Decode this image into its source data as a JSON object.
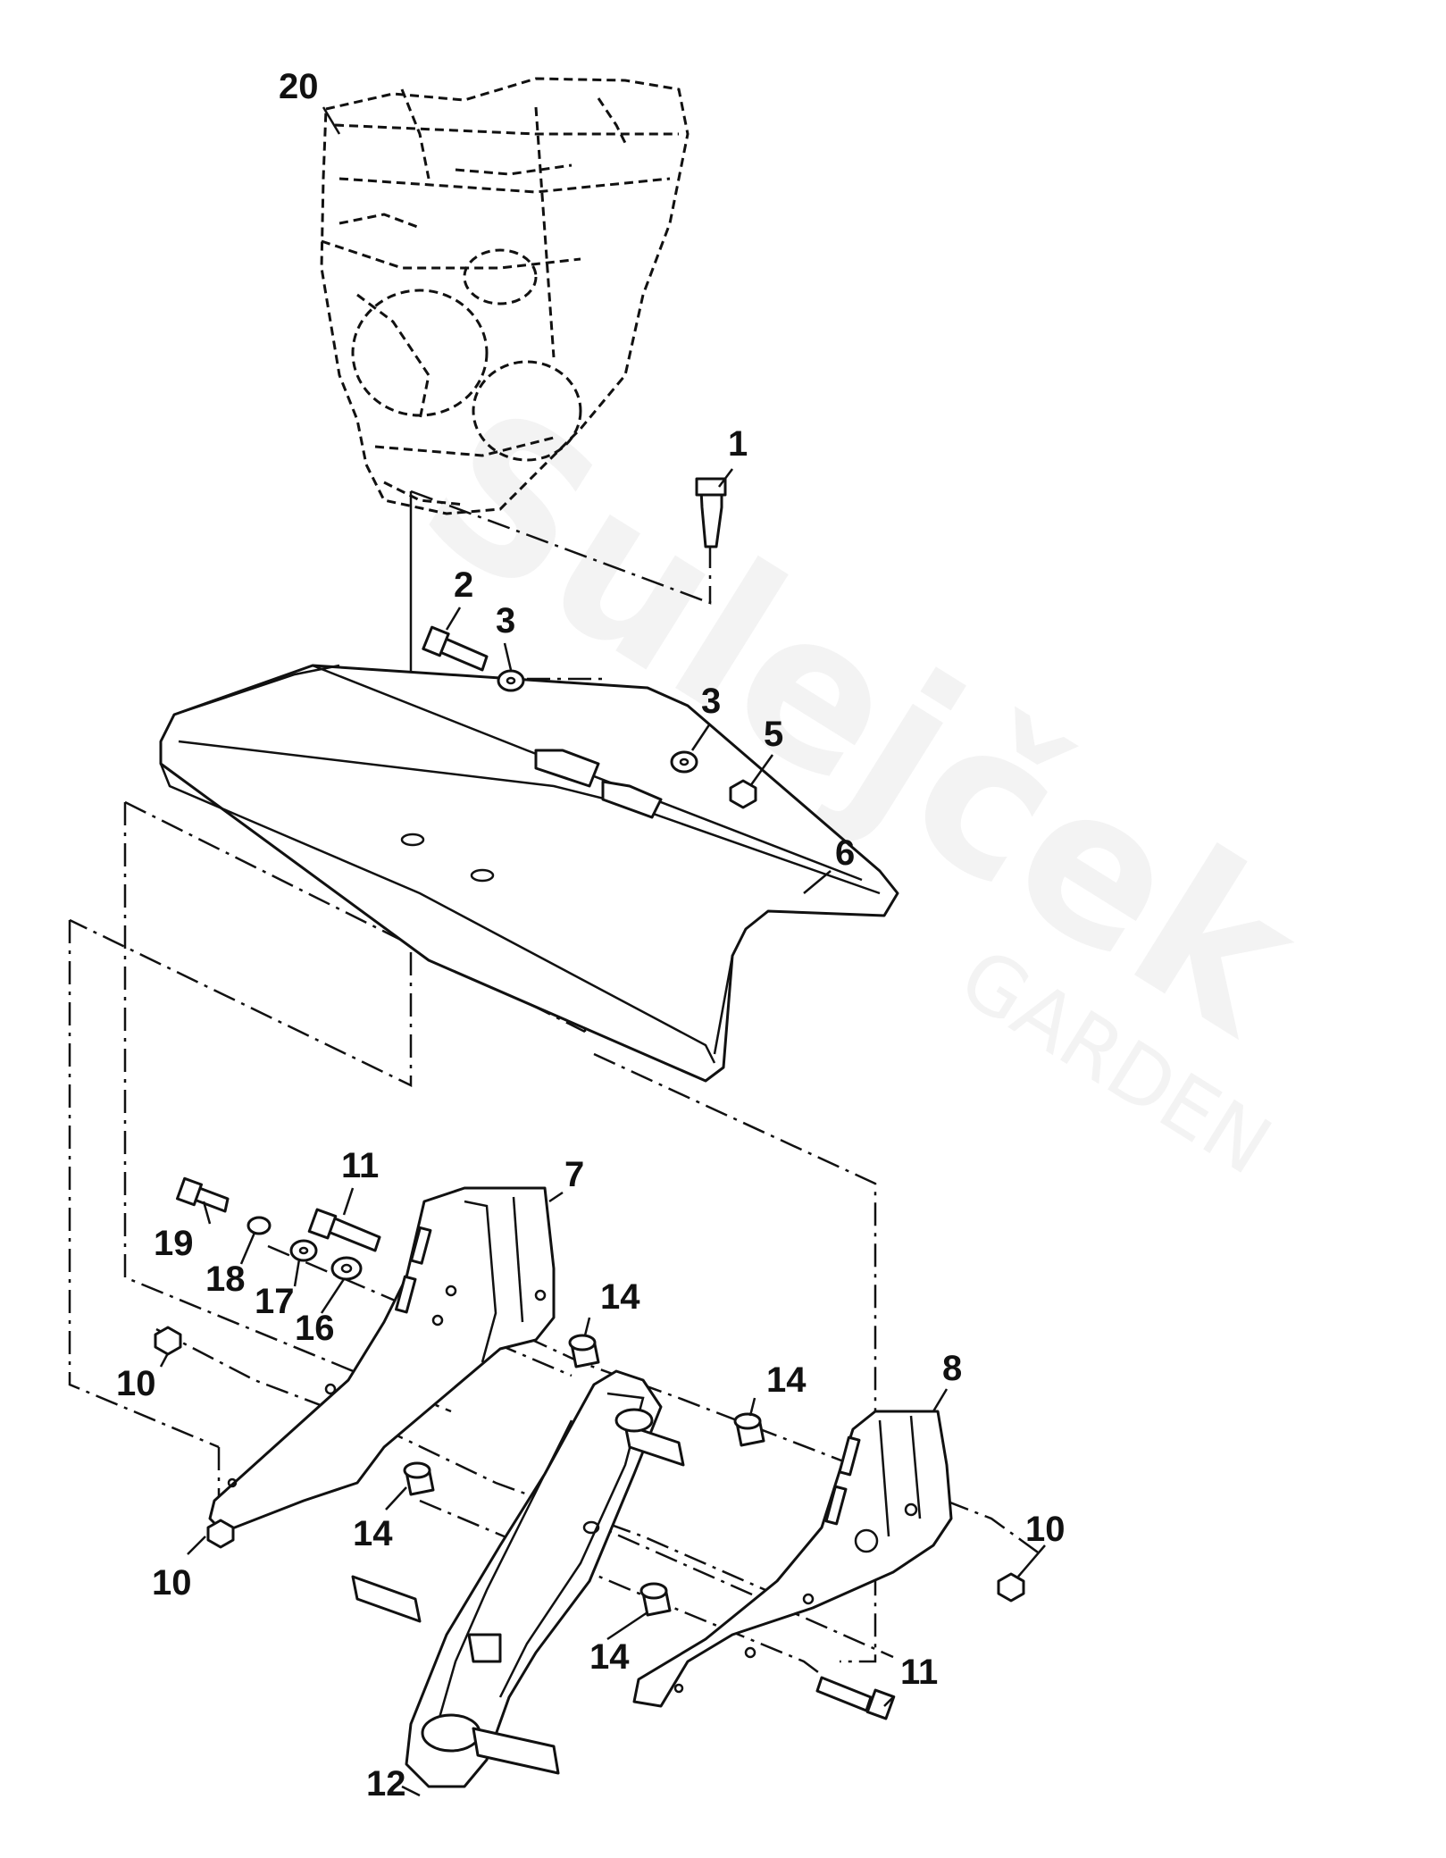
{
  "watermark": {
    "brand": "Sulejček",
    "sub": "GARDEN"
  },
  "callouts": {
    "c1": "1",
    "c2": "2",
    "c3a": "3",
    "c3b": "3",
    "c5": "5",
    "c6": "6",
    "c7": "7",
    "c8": "8",
    "c10a": "10",
    "c10b": "10",
    "c10c": "10",
    "c11a": "11",
    "c11b": "11",
    "c12": "12",
    "c14a": "14",
    "c14b": "14",
    "c14c": "14",
    "c14d": "14",
    "c16": "16",
    "c17": "17",
    "c18": "18",
    "c19": "19",
    "c20": "20"
  },
  "parts": [
    {
      "ref": "1",
      "icon": "bolt"
    },
    {
      "ref": "2",
      "icon": "bolt"
    },
    {
      "ref": "3",
      "icon": "washer"
    },
    {
      "ref": "5",
      "icon": "nut"
    },
    {
      "ref": "6",
      "icon": "tine-shield"
    },
    {
      "ref": "7",
      "icon": "left-bracket"
    },
    {
      "ref": "8",
      "icon": "right-bracket"
    },
    {
      "ref": "10",
      "icon": "nut"
    },
    {
      "ref": "11",
      "icon": "bolt"
    },
    {
      "ref": "12",
      "icon": "chain-case"
    },
    {
      "ref": "14",
      "icon": "spacer"
    },
    {
      "ref": "16",
      "icon": "washer"
    },
    {
      "ref": "17",
      "icon": "washer"
    },
    {
      "ref": "18",
      "icon": "washer"
    },
    {
      "ref": "19",
      "icon": "bolt"
    },
    {
      "ref": "20",
      "icon": "engine"
    }
  ]
}
